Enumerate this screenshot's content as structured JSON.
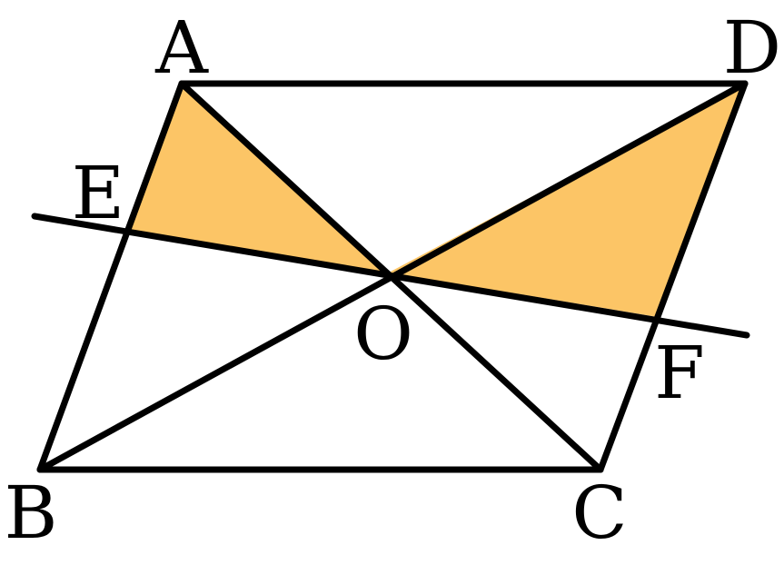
{
  "figure": {
    "labels": {
      "A": "A",
      "B": "B",
      "C": "C",
      "D": "D",
      "E": "E",
      "F": "F",
      "O": "O"
    },
    "colors": {
      "stroke": "#000000",
      "shaded_fill": "#fcc566",
      "background": "#ffffff"
    }
  }
}
